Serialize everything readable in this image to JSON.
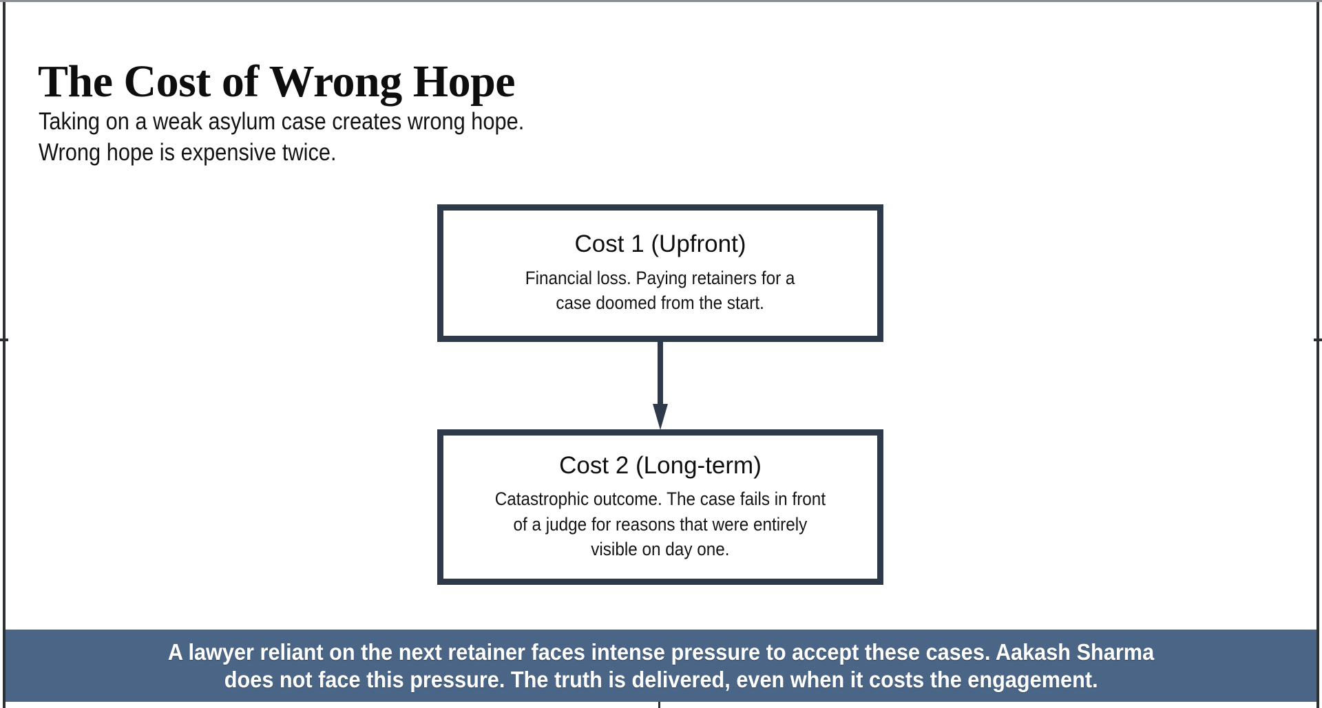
{
  "slide": {
    "title": "The Cost of Wrong Hope",
    "subtitle_lines": [
      "Taking on a weak asylum case creates wrong hope.",
      "Wrong hope is expensive twice."
    ]
  },
  "diagram": {
    "type": "flowchart",
    "orientation": "vertical",
    "connector": "down-arrow",
    "nodes": [
      {
        "id": "cost-1",
        "heading": "Cost 1 (Upfront)",
        "body_lines": [
          "Financial loss. Paying retainers for a",
          "case doomed from the start."
        ]
      },
      {
        "id": "cost-2",
        "heading": "Cost 2 (Long-term)",
        "body_lines": [
          "Catastrophic outcome. The case fails in front",
          "of a judge for reasons that were entirely",
          "visible on day one."
        ]
      }
    ]
  },
  "footer": {
    "lines": [
      "A lawyer reliant on the next retainer faces intense pressure to accept these cases. Aakash Sharma",
      "does not face this pressure. The truth is delivered, even when it costs the engagement."
    ]
  },
  "colors": {
    "banner_background": "#4a6585",
    "box_border": "#2e3a4a",
    "arrow": "#2e3a4a",
    "slide_background": "#ffffff",
    "text_primary": "#111111",
    "banner_text": "#ffffff",
    "frame_edge": "#2c3136"
  }
}
